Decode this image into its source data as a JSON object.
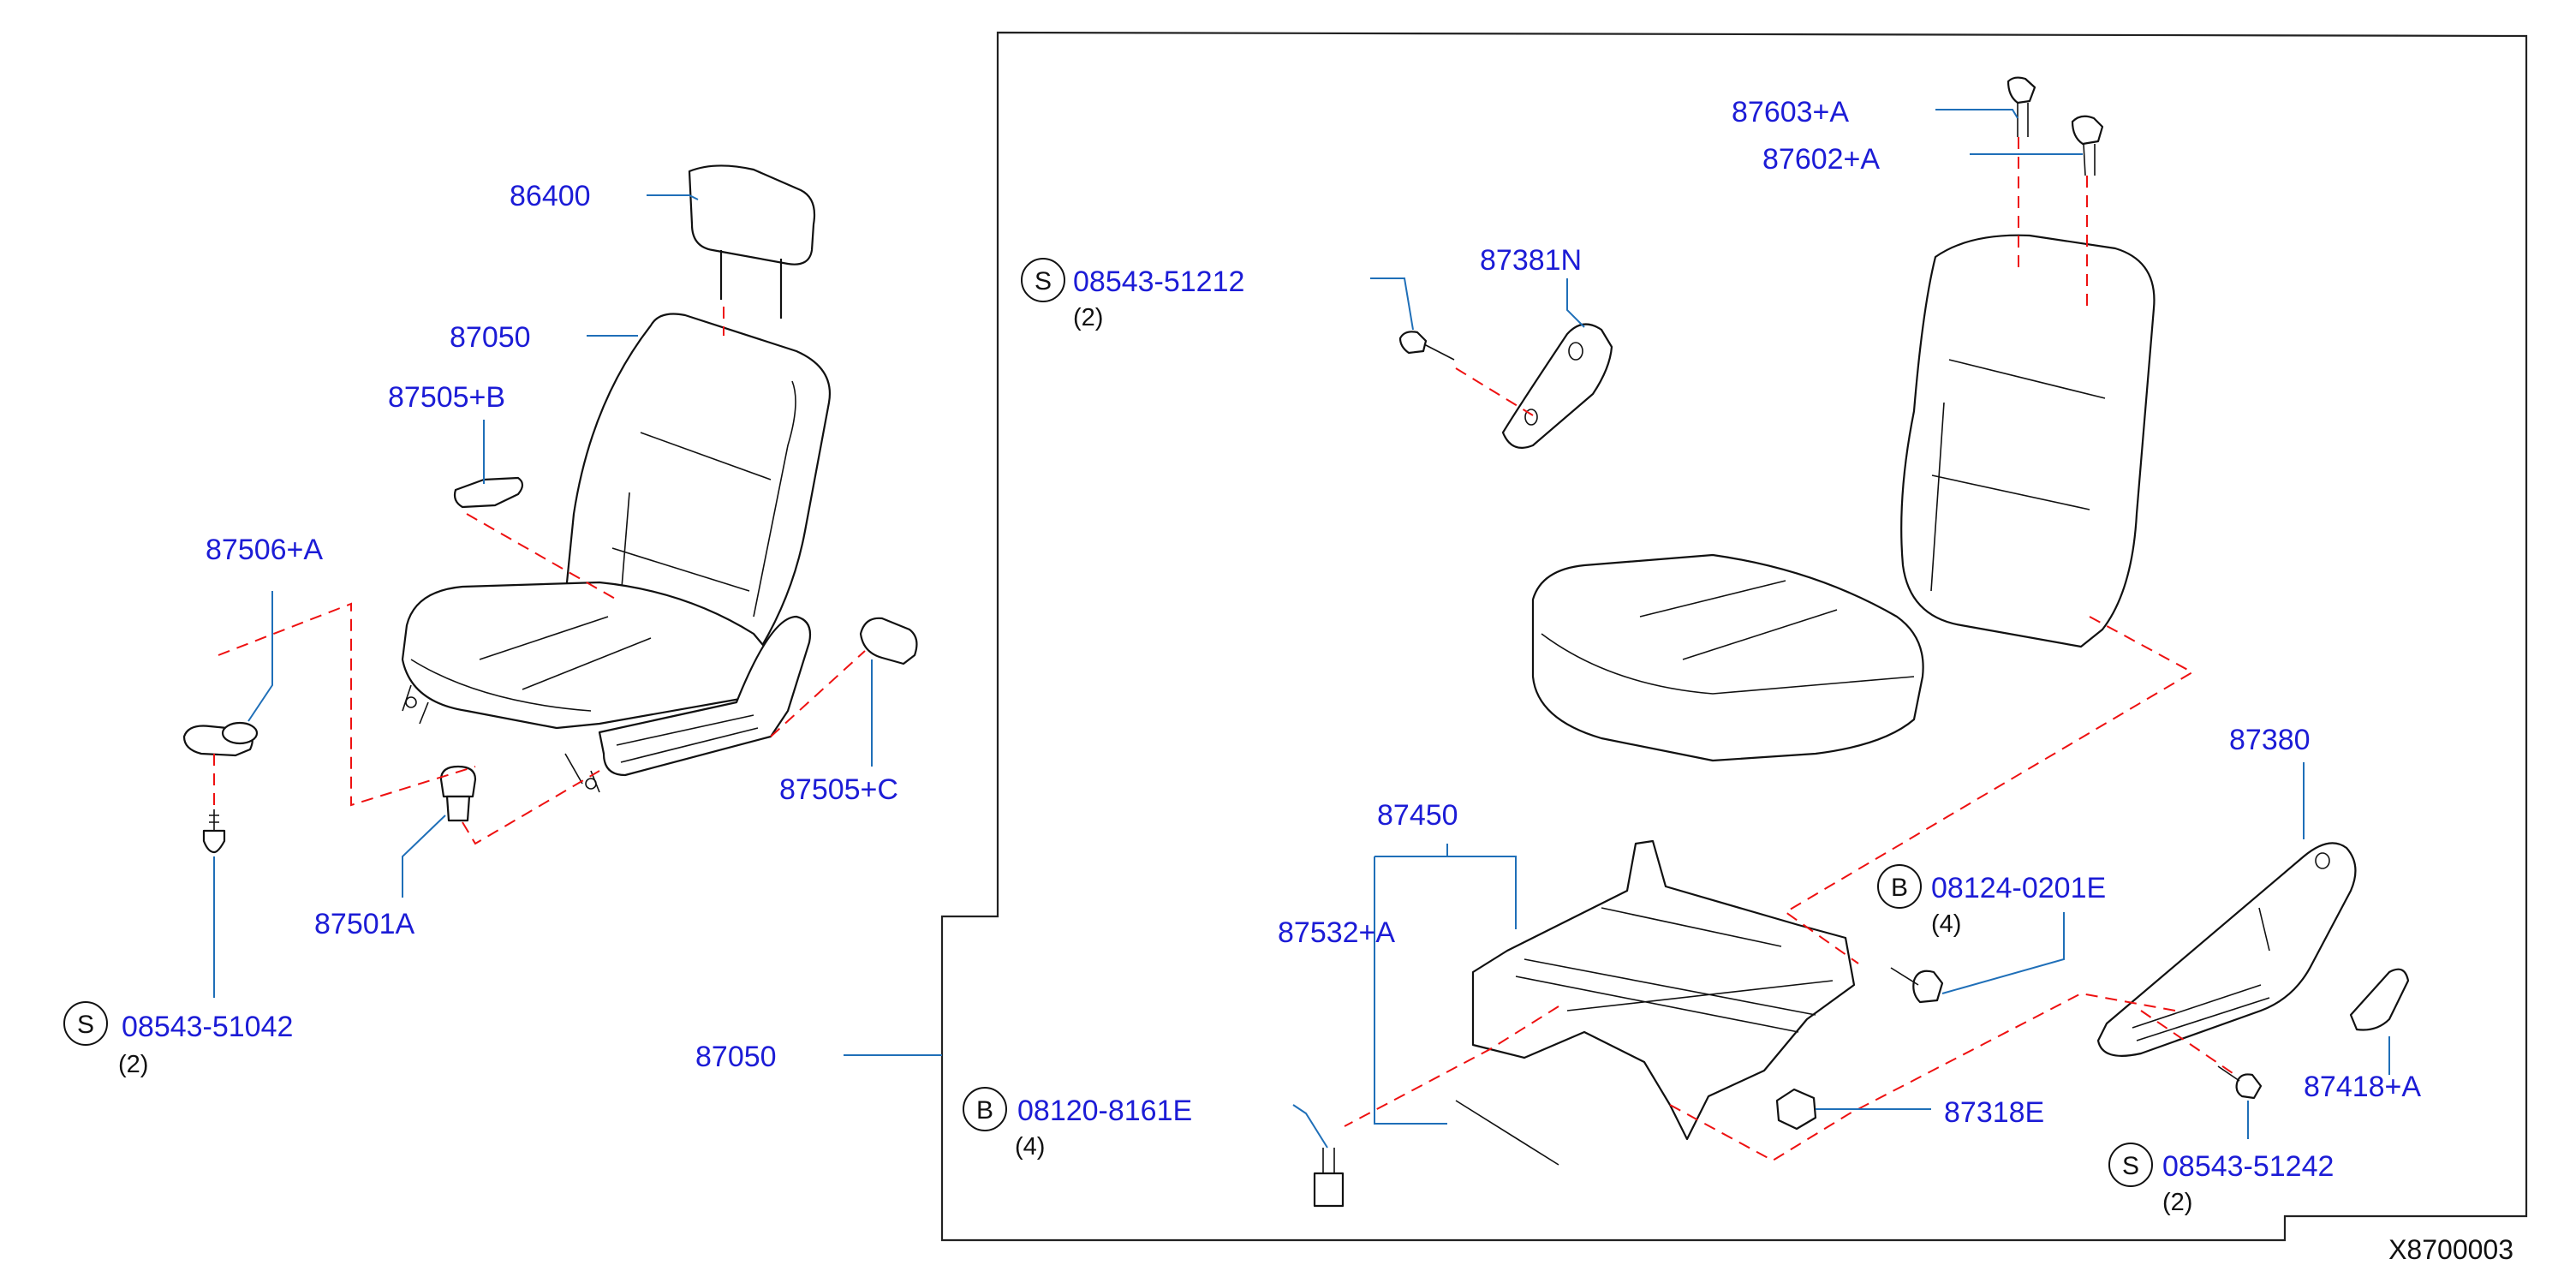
{
  "part_labels": {
    "p86400": "86400",
    "p87050_seat": "87050",
    "p87505b": "87505+B",
    "p87506a": "87506+A",
    "p87505c": "87505+C",
    "p87501a": "87501A",
    "p08543_51042": "08543-51042",
    "p87050_frame": "87050",
    "p08543_51212": "08543-51212",
    "p87381n": "87381N",
    "p87603a": "87603+A",
    "p87602a": "87602+A",
    "p87450": "87450",
    "p87532a": "87532+A",
    "p08124_0201e": "08124-0201E",
    "p87380": "87380",
    "p87418a": "87418+A",
    "p08120_8161e": "08120-8161E",
    "p87318e": "87318E",
    "p08543_51242": "08543-51242"
  },
  "quantities": {
    "q08543_51042": "(2)",
    "q08543_51212": "(2)",
    "q08124_0201e": "(4)",
    "q08120_8161e": "(4)",
    "q08543_51242": "(2)"
  },
  "fastener_marks": {
    "s1": "S",
    "s2": "S",
    "s3": "S",
    "b1": "B",
    "b2": "B"
  },
  "diagram_code": "X8700003",
  "colors": {
    "label": "#1c1cd6",
    "leader": "#1f6fb8",
    "dashed_guide": "#e11111",
    "line_art": "#111111"
  }
}
